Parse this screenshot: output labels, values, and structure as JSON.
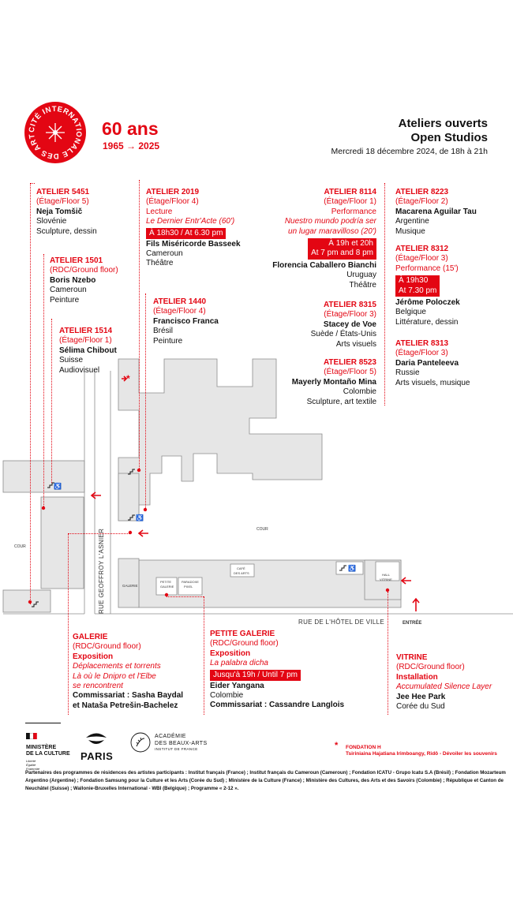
{
  "header": {
    "logo_text": "CITÉ INTERNATIONALE DES ARTS",
    "anniversary": "60 ans",
    "years": "1965 → 2025",
    "title_line1": "Ateliers ouverts",
    "title_line2": "Open Studios",
    "date": "Mercredi 18 décembre 2024, de 18h à 21h"
  },
  "studios": {
    "a5451": {
      "title": "ATELIER 5451",
      "floor": "(Étage/Floor 5)",
      "name": "Neja Tomšič",
      "country": "Slovénie",
      "discipline": "Sculpture, dessin"
    },
    "a1501": {
      "title": "ATELIER 1501",
      "floor": "(RDC/Ground floor)",
      "name": "Boris Nzebo",
      "country": "Cameroun",
      "discipline": "Peinture"
    },
    "a1514": {
      "title": "ATELIER 1514",
      "floor": "(Étage/Floor 1)",
      "name": "Sélima Chibout",
      "country": "Suisse",
      "discipline": "Audiovisuel"
    },
    "a2019": {
      "title": "ATELIER 2019",
      "floor": "(Étage/Floor 4)",
      "event": "Lecture",
      "work": "Le Dernier Entr'Acte (60')",
      "time": "À 18h30 / At 6.30 pm",
      "name": "Fils Miséricorde Basseek",
      "country": "Cameroun",
      "discipline": "Théâtre"
    },
    "a1440": {
      "title": "ATELIER 1440",
      "floor": "(Étage/Floor 4)",
      "name": "Francisco Franca",
      "country": "Brésil",
      "discipline": "Peinture"
    },
    "a8114": {
      "title": "ATELIER 8114",
      "floor": "(Étage/Floor 1)",
      "event": "Performance",
      "work1": "Nuestro mundo podría ser",
      "work2": "un lugar maravilloso (20')",
      "time1": "À 19h et 20h",
      "time2": "At 7 pm and 8 pm",
      "name": "Florencia Caballero Bianchi",
      "country": "Uruguay",
      "discipline": "Théâtre"
    },
    "a8315": {
      "title": "ATELIER 8315",
      "floor": "(Étage/Floor 3)",
      "name": "Stacey de Voe",
      "country": "Suède / États-Unis",
      "discipline": "Arts visuels"
    },
    "a8523": {
      "title": "ATELIER 8523",
      "floor": "(Étage/Floor 5)",
      "name": "Mayerly Montaño Mina",
      "country": "Colombie",
      "discipline": "Sculpture, art textile"
    },
    "a8223": {
      "title": "ATELIER 8223",
      "floor": "(Étage/Floor 2)",
      "name": "Macarena Aguilar Tau",
      "country": "Argentine",
      "discipline": "Musique"
    },
    "a8312": {
      "title": "ATELIER 8312",
      "floor": "(Étage/Floor 3)",
      "event": "Performance (15')",
      "time1": "À 19h30",
      "time2": "At 7.30 pm",
      "name": "Jérôme Poloczek",
      "country": "Belgique",
      "discipline": "Littérature, dessin"
    },
    "a8313": {
      "title": "ATELIER 8313",
      "floor": "(Étage/Floor 3)",
      "name": "Daria Panteleeva",
      "country": "Russie",
      "discipline": "Arts visuels, musique"
    }
  },
  "map": {
    "cour_left": "COUR",
    "cour_center": "COUR",
    "street_vertical": "RUE GEOFFROY L'ASNIER",
    "street_horizontal": "RUE DE L'HÔTEL DE VILLE",
    "entrance": "ENTRÉE",
    "galerie": "GALERIE",
    "petite_galerie_1": "PETITE",
    "petite_galerie_2": "GALERIE",
    "paradoxe_1": "PARADOXE",
    "paradoxe_2": "PIXEL",
    "cafe_1": "CAFÉ",
    "cafe_2": "DES ARTS",
    "hall_1": "HALL",
    "hall_2": "VITRINE"
  },
  "exhibits": {
    "galerie": {
      "title": "GALERIE",
      "floor": "(RDC/Ground floor)",
      "type": "Exposition",
      "work1": "Déplacements et torrents",
      "work2": "Là où le Dnipro et l'Elbe",
      "work3": "se rencontrent",
      "curator1": "Commissariat : Sasha Baydal",
      "curator2": "et Nataša Petrešin-Bachelez"
    },
    "petite_galerie": {
      "title": "PETITE GALERIE",
      "floor": "(RDC/Ground floor)",
      "type": "Exposition",
      "work": "La palabra dicha",
      "time": "Jusqu'à 19h / Until 7 pm",
      "name": "Eider Yangana",
      "country": "Colombie",
      "curator": "Commissariat : Cassandre Langlois"
    },
    "vitrine": {
      "title": "VITRINE",
      "floor": "(RDC/Ground floor)",
      "type": "Installation",
      "work": "Accumulated Silence Layer",
      "name": "Jee Hee Park",
      "country": "Corée du Sud"
    }
  },
  "footer": {
    "ministere1": "MINISTÈRE",
    "ministere2": "DE LA CULTURE",
    "motto1": "Liberté",
    "motto2": "Égalité",
    "motto3": "Fraternité",
    "paris": "PARIS",
    "academie1": "ACADÉMIE",
    "academie2": "DES BEAUX-ARTS",
    "academie3": "INSTITUT DE FRANCE",
    "fondation_title": "FONDATION H",
    "fondation_text": "Tsiriniaina Hajatiana Irimboangy, Ridô - Dévoiler les souvenirs",
    "partners": "Partenaires des programmes de résidences des artistes participants : Institut français (France) ; Institut français du Cameroun (Cameroun) ; Fondation ICATU - Grupo Icatu S.A (Brésil) ; Fondation Mozarteum Argentino (Argentine) ; Fondation Samsung pour la Culture et les Arts (Corée du Sud) ; Ministère de la Culture (France) ; Ministère des Cultures, des Arts et des Savoirs (Colombie) ; République et Canton de Neuchâtel (Suisse) ; Wallonie-Bruxelles International - WBI (Belgique) ; Programme « 2-12 »."
  },
  "colors": {
    "accent": "#e30613",
    "building": "#e6e6e6",
    "outline": "#8c8c8c"
  }
}
